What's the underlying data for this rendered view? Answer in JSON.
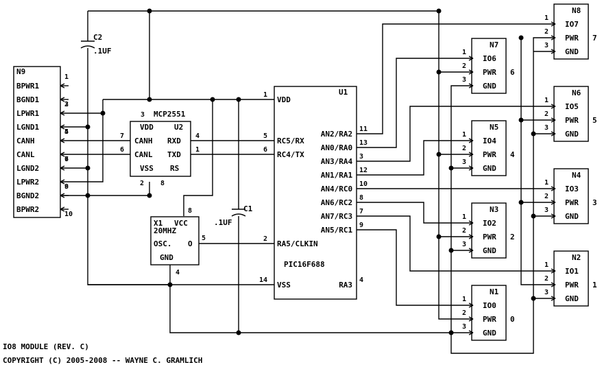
{
  "title_line": "IO8 MODULE (REV. C)",
  "copyright_line": "COPYRIGHT (C) 2005-2008 -- WAYNE C. GRAMLICH",
  "caps": {
    "c2": {
      "ref": "C2",
      "value": ".1UF"
    },
    "c1": {
      "ref": "C1",
      "value": ".1UF"
    }
  },
  "n9": {
    "ref": "N9",
    "pins": [
      {
        "num": "1",
        "label": "BPWR1"
      },
      {
        "num": "2",
        "label": "BGND1"
      },
      {
        "num": "3",
        "label": "LPWR1"
      },
      {
        "num": "4",
        "label": "LGND1"
      },
      {
        "num": "5",
        "label": "CANH"
      },
      {
        "num": "6",
        "label": "CANL"
      },
      {
        "num": "7",
        "label": "LGND2"
      },
      {
        "num": "8",
        "label": "LPWR2"
      },
      {
        "num": "9",
        "label": "BGND2"
      },
      {
        "num": "10",
        "label": "BPWR2"
      }
    ]
  },
  "u2": {
    "ref": "U2",
    "part": "MCP2551",
    "vdd": "VDD",
    "canh": "CANH",
    "canl": "CANL",
    "vss": "VSS",
    "rxd": "RXD",
    "txd": "TXD",
    "rs": "RS",
    "pin3": "3",
    "pin7": "7",
    "pin6": "6",
    "pin4": "4",
    "pin1": "1",
    "pin2": "2",
    "pin8": "8"
  },
  "x1": {
    "ref": "X1",
    "vcc": "VCC",
    "freq": "20MHZ",
    "osc": "OSC.",
    "o": "O",
    "gnd": "GND",
    "pin8": "8",
    "pin5": "5",
    "pin4": "4"
  },
  "u1": {
    "ref": "U1",
    "part": "PIC16F688",
    "left_pins": [
      {
        "num": "1",
        "label": "VDD"
      },
      {
        "num": "5",
        "label": "RC5/RX"
      },
      {
        "num": "6",
        "label": "RC4/TX"
      },
      {
        "num": "2",
        "label": "RA5/CLKIN"
      },
      {
        "num": "14",
        "label": "VSS"
      }
    ],
    "right_pins": [
      {
        "num": "11",
        "label": "AN2/RA2"
      },
      {
        "num": "13",
        "label": "AN0/RA0"
      },
      {
        "num": "3",
        "label": "AN3/RA4"
      },
      {
        "num": "12",
        "label": "AN1/RA1"
      },
      {
        "num": "10",
        "label": "AN4/RC0"
      },
      {
        "num": "8",
        "label": "AN6/RC2"
      },
      {
        "num": "7",
        "label": "AN7/RC3"
      },
      {
        "num": "9",
        "label": "AN5/RC1"
      },
      {
        "num": "4",
        "label": "RA3"
      }
    ]
  },
  "headers": [
    {
      "ref": "N8",
      "io": "IO7",
      "pwr": "PWR",
      "gnd": "GND",
      "idx": "7"
    },
    {
      "ref": "N7",
      "io": "IO6",
      "pwr": "PWR",
      "gnd": "GND",
      "idx": "6"
    },
    {
      "ref": "N6",
      "io": "IO5",
      "pwr": "PWR",
      "gnd": "GND",
      "idx": "5"
    },
    {
      "ref": "N5",
      "io": "IO4",
      "pwr": "PWR",
      "gnd": "GND",
      "idx": "4"
    },
    {
      "ref": "N4",
      "io": "IO3",
      "pwr": "PWR",
      "gnd": "GND",
      "idx": "3"
    },
    {
      "ref": "N3",
      "io": "IO2",
      "pwr": "PWR",
      "gnd": "GND",
      "idx": "2"
    },
    {
      "ref": "N2",
      "io": "IO1",
      "pwr": "PWR",
      "gnd": "GND",
      "idx": "1"
    },
    {
      "ref": "N1",
      "io": "IO0",
      "pwr": "PWR",
      "gnd": "GND",
      "idx": "0"
    }
  ],
  "header_pin_nums": [
    "1",
    "2",
    "3"
  ]
}
